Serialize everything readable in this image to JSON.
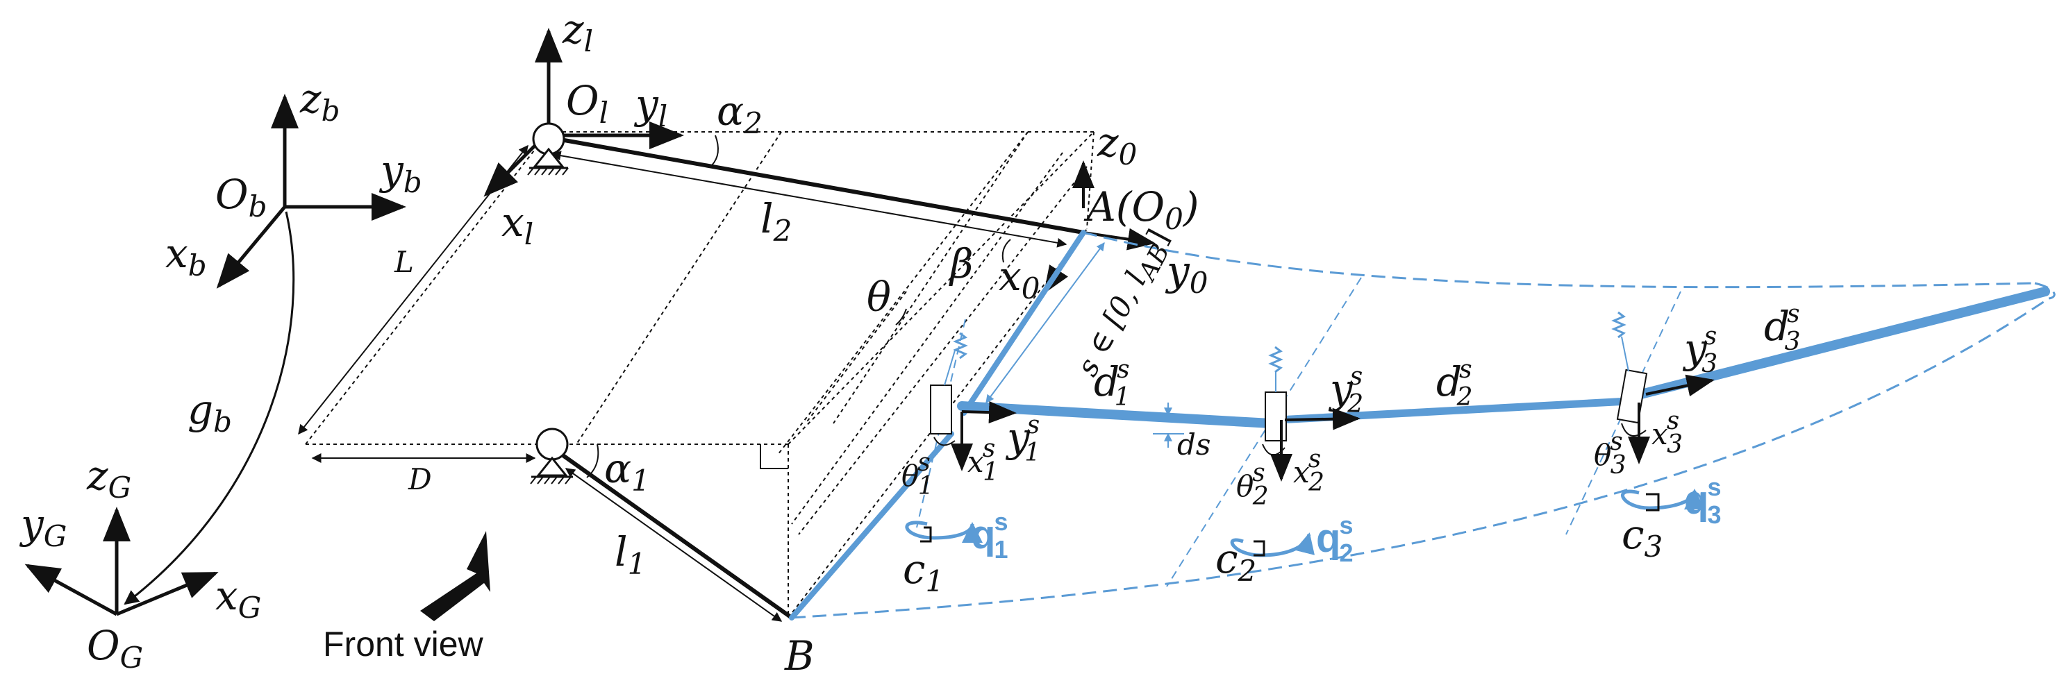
{
  "diagram": {
    "labels": {
      "zl": "z",
      "zl_sub": "l",
      "Ol": "O",
      "Ol_sub": "l",
      "yl": "y",
      "yl_sub": "l",
      "xl": "x",
      "xl_sub": "l",
      "alpha2": "α",
      "alpha2_sub": "2",
      "alpha1": "α",
      "alpha1_sub": "1",
      "z0": "z",
      "z0_sub": "0",
      "A": "A(O",
      "A_sub": "0",
      "A_close": ")",
      "x0": "x",
      "x0_sub": "0",
      "y0": "y",
      "y0_sub": "0",
      "l2": "l",
      "l2_sub": "2",
      "l1": "l",
      "l1_sub": "1",
      "beta": "β",
      "theta": "θ",
      "L": "L",
      "D": "D",
      "B": "B",
      "zb": "z",
      "zb_sub": "b",
      "yb": "y",
      "yb_sub": "b",
      "Ob": "O",
      "Ob_sub": "b",
      "xb": "x",
      "xb_sub": "b",
      "gb": "g",
      "gb_sub": "b",
      "zG": "z",
      "zG_sub": "G",
      "yG": "y",
      "yG_sub": "G",
      "xG": "x",
      "xG_sub": "G",
      "OG": "O",
      "OG_sub": "G",
      "front_view": "Front view",
      "s_range": "s ∈ [0, l",
      "s_range_sub": "AB",
      "s_range_close": "]",
      "ds": "ds"
    },
    "segments": [
      {
        "d": "d",
        "y": "y",
        "x": "x",
        "theta": "θ",
        "c": "c",
        "q": "q",
        "idx": "1",
        "sup": "s"
      },
      {
        "d": "d",
        "y": "y",
        "x": "x",
        "theta": "θ",
        "c": "c",
        "q": "q",
        "idx": "2",
        "sup": "s"
      },
      {
        "d": "d",
        "y": "y",
        "x": "x",
        "theta": "θ",
        "c": "c",
        "q": "q",
        "idx": "3",
        "sup": "s"
      }
    ],
    "colors": {
      "ink": "#111111",
      "rod": "#5B9BD5"
    }
  }
}
